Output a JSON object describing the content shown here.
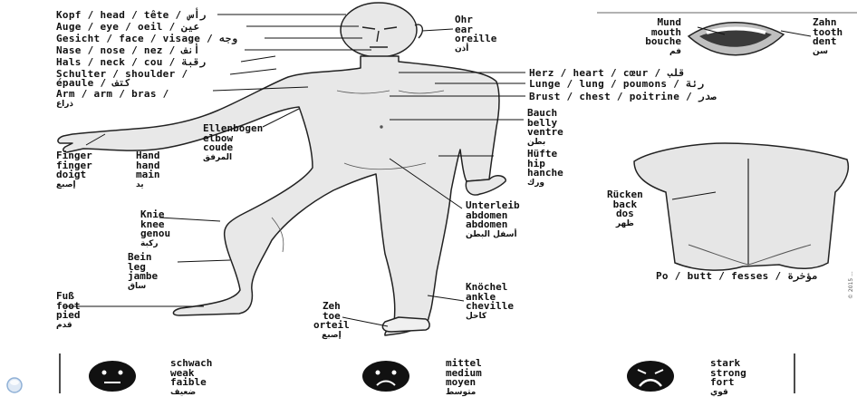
{
  "body_labels": {
    "head": "Kopf / head / tête / رأس",
    "eye": "Auge / eye / oeil / عين",
    "face": "Gesicht / face / visage / وجه",
    "nose": "Nase / nose / nez / أنف",
    "neck": "Hals / neck / cou / رقبة",
    "shoulder_1": "Schulter / shoulder /",
    "shoulder_2": "épaule / كتف",
    "arm_1": "Arm / arm / bras /",
    "arm_2": "ذراع",
    "elbow": [
      "Ellenbogen",
      "elbow",
      "coude",
      "المرفق"
    ],
    "finger": [
      "Finger",
      "finger",
      "doigt",
      "إصبع"
    ],
    "hand": [
      "Hand",
      "hand",
      "main",
      "يد"
    ],
    "ear": [
      "Ohr",
      "ear",
      "oreille",
      "أذن"
    ],
    "heart": "Herz / heart / cœur / قلب",
    "lung": "Lunge / lung / poumons / رئة",
    "chest": "Brust / chest / poitrine / صدر",
    "belly": [
      "Bauch",
      "belly",
      "ventre",
      "بطن"
    ],
    "hip": [
      "Hüfte",
      "hip",
      "hanche",
      "ورك"
    ],
    "abdomen": [
      "Unterleib",
      "abdomen",
      "abdomen",
      "أسفل البطن"
    ],
    "knee": [
      "Knie",
      "knee",
      "genou",
      "ركبة"
    ],
    "leg": [
      "Bein",
      "leg",
      "jambe",
      "ساق"
    ],
    "foot": [
      "Fuß",
      "foot",
      "pied",
      "قدم"
    ],
    "toe": [
      "Zeh",
      "toe",
      "orteil",
      "إصبع"
    ],
    "ankle": [
      "Knöchel",
      "ankle",
      "cheville",
      "كاحل"
    ]
  },
  "mouth_labels": {
    "mouth": [
      "Mund",
      "mouth",
      "bouche",
      "فم"
    ],
    "tooth": [
      "Zahn",
      "tooth",
      "dent",
      "سن"
    ]
  },
  "back_labels": {
    "back": [
      "Rücken",
      "back",
      "dos",
      "ظهر"
    ],
    "butt": "Po / butt / fesses / مؤخرة"
  },
  "severity": [
    {
      "words": [
        "schwach",
        "weak",
        "faible",
        "ضعيف"
      ]
    },
    {
      "words": [
        "mittel",
        "medium",
        "moyen",
        "متوسط"
      ]
    },
    {
      "words": [
        "stark",
        "strong",
        "fort",
        "قوي"
      ]
    }
  ],
  "side_note": "© 2015 ..."
}
